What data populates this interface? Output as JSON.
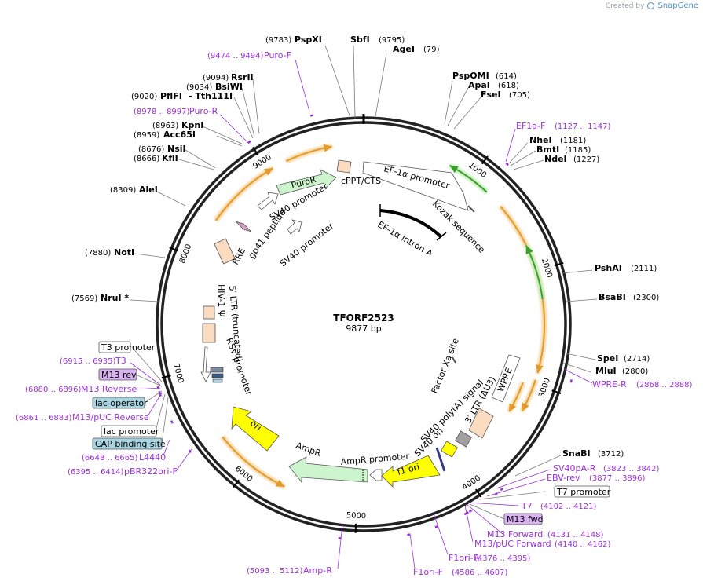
{
  "credit": {
    "prefix": "Created by",
    "brand": "SnapGene"
  },
  "plasmid": {
    "name": "TFORF2523",
    "size": "9877 bp"
  },
  "ticks": [
    "1000",
    "2000",
    "3000",
    "4000",
    "5000",
    "6000",
    "7000",
    "8000",
    "9000"
  ],
  "enzymes": [
    {
      "name": "PspXI",
      "pos": "(9783)"
    },
    {
      "name": "SbfI",
      "pos": "(9795)"
    },
    {
      "name": "AgeI",
      "pos": "(79)"
    },
    {
      "name": "PspOMI",
      "pos": "(614)"
    },
    {
      "name": "ApaI",
      "pos": "(618)"
    },
    {
      "name": "FseI",
      "pos": "(705)"
    },
    {
      "name": "NheI",
      "pos": "(1181)"
    },
    {
      "name": "BmtI",
      "pos": "(1185)"
    },
    {
      "name": "NdeI",
      "pos": "(1227)"
    },
    {
      "name": "PshAI",
      "pos": "(2111)"
    },
    {
      "name": "BsaBI",
      "pos": "(2300)"
    },
    {
      "name": "SpeI",
      "pos": "(2714)"
    },
    {
      "name": "MluI",
      "pos": "(2800)"
    },
    {
      "name": "SnaBI",
      "pos": "(3712)"
    },
    {
      "name": "RsrII",
      "pos": "(9094)"
    },
    {
      "name": "BsiWI",
      "pos": "(9034)"
    },
    {
      "name": "PflFI",
      "pos": "(9020)"
    },
    {
      "name": "- Tth111I",
      "pos": ""
    },
    {
      "name": "KpnI",
      "pos": "(8963)"
    },
    {
      "name": "Acc65I",
      "pos": "(8959)"
    },
    {
      "name": "NsiI",
      "pos": "(8676)"
    },
    {
      "name": "KflI",
      "pos": "(8666)"
    },
    {
      "name": "AleI",
      "pos": "(8309)"
    },
    {
      "name": "NotI",
      "pos": "(7880)"
    },
    {
      "name": "NruI *",
      "pos": "(7569)"
    }
  ],
  "primers": [
    {
      "name": "Puro-F",
      "range": "(9474 .. 9494)"
    },
    {
      "name": "Puro-R",
      "range": "(8978 .. 8997)"
    },
    {
      "name": "EF1a-F",
      "range": "(1127 .. 1147)"
    },
    {
      "name": "WPRE-R",
      "range": "(2868 .. 2888)"
    },
    {
      "name": "SV40pA-R",
      "range": "(3823 .. 3842)"
    },
    {
      "name": "EBV-rev",
      "range": "(3877 .. 3896)"
    },
    {
      "name": "T7",
      "range": "(4102 .. 4121)"
    },
    {
      "name": "M13 Forward",
      "range": "(4131 .. 4148)"
    },
    {
      "name": "M13/pUC Forward",
      "range": "(4140 .. 4162)"
    },
    {
      "name": "F1ori-R",
      "range": "(4376 .. 4395)"
    },
    {
      "name": "F1ori-F",
      "range": "(4586 .. 4607)"
    },
    {
      "name": "Amp-R",
      "range": "(5093 .. 5112)"
    },
    {
      "name": "pBR322ori-F",
      "range": "(6395 .. 6414)"
    },
    {
      "name": "L4440",
      "range": "(6648 .. 6665)"
    },
    {
      "name": "M13/pUC Reverse",
      "range": "(6861 .. 6883)"
    },
    {
      "name": "M13 Reverse",
      "range": "(6880 .. 6896)"
    },
    {
      "name": "T3",
      "range": "(6915 .. 6935)"
    }
  ],
  "feature_boxes": [
    {
      "name": "T7 promoter",
      "color": "#ffffff"
    },
    {
      "name": "M13 fwd",
      "color": "#d9b3f2"
    },
    {
      "name": "T3 promoter",
      "color": "#ffffff"
    },
    {
      "name": "M13 rev",
      "color": "#d9b3f2"
    },
    {
      "name": "lac operator",
      "color": "#a8d3e0"
    },
    {
      "name": "lac promoter",
      "color": "#ffffff"
    },
    {
      "name": "CAP binding site",
      "color": "#a8d3e0"
    }
  ],
  "features": [
    {
      "name": "EF-1α promoter"
    },
    {
      "name": "Kozak sequence"
    },
    {
      "name": "EF-1α intron A"
    },
    {
      "name": "cPPT/CTS"
    },
    {
      "name": "PuroR"
    },
    {
      "name": "SV40 promoter"
    },
    {
      "name": "SV40 promoter"
    },
    {
      "name": "gp41 peptide"
    },
    {
      "name": "RRE"
    },
    {
      "name": "5′ LTR (truncated)"
    },
    {
      "name": "HIV-1 Ψ"
    },
    {
      "name": "RSV promoter"
    },
    {
      "name": "Factor Xa site"
    },
    {
      "name": "WPRE"
    },
    {
      "name": "3′ LTR (ΔU3)"
    },
    {
      "name": "SV40 poly(A) signal"
    },
    {
      "name": "SV40 ori"
    },
    {
      "name": "f1 ori"
    },
    {
      "name": "AmpR promoter"
    },
    {
      "name": "AmpR"
    },
    {
      "name": "ori"
    }
  ],
  "colors": {
    "orf": "#e49a2a",
    "orf_glow": "#f5d9a8",
    "promoter_fill": "#cdf5cd",
    "ori_fill": "#ffff00",
    "primer": "#9b30d9",
    "ltr_fill": "#fbdcc0"
  }
}
